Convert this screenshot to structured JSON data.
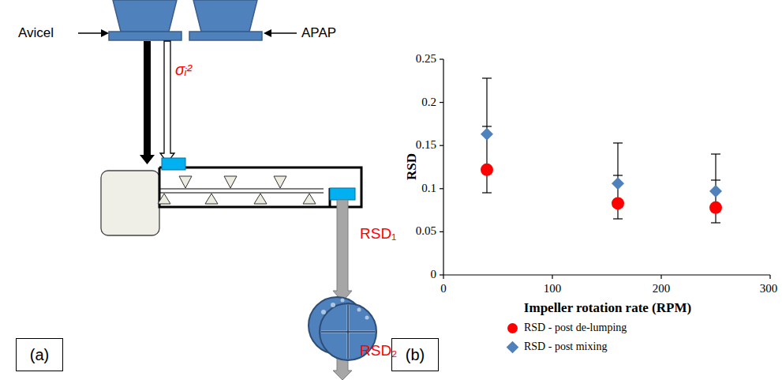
{
  "diagram": {
    "nodes": [
      {
        "text": [
          "(a)"
        ]
      },
      {
        "text": [
          "(b)"
        ]
      }
    ],
    "labels": [
      "Avicel",
      "APAP",
      "σᵢ²",
      "RSD₁",
      "RSD₂",
      "0.25",
      "0.2",
      "0.15",
      "0.1",
      "0.05",
      "0",
      "0",
      "100",
      "200",
      "300",
      "RSD",
      "Impeller rotation rate (RPM)"
    ],
    "legend": [
      {
        "text": "RSD - post de-lumping",
        "color": "#ff0000"
      },
      {
        "text": "RSD - post mixing",
        "color": "#4f81bd"
      }
    ]
  }
}
